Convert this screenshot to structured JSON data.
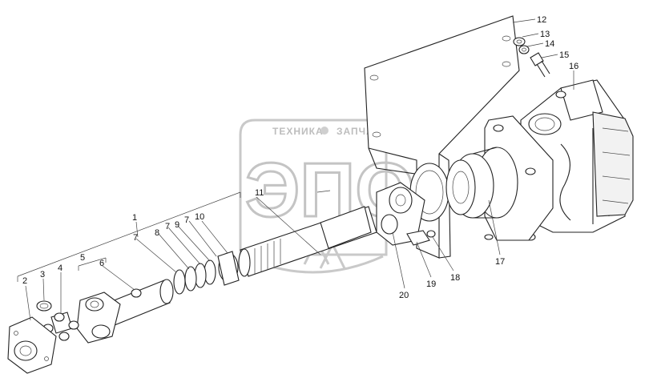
{
  "watermark": {
    "brand_short": "ЭПО",
    "text_left": "ТЕХНИКА",
    "text_right": "ЗАПЧАСТИ"
  },
  "callouts": [
    {
      "label": "1"
    },
    {
      "label": "2"
    },
    {
      "label": "3"
    },
    {
      "label": "4"
    },
    {
      "label": "5"
    },
    {
      "label": "6"
    },
    {
      "label": "7"
    },
    {
      "label": "7"
    },
    {
      "label": "7"
    },
    {
      "label": "8"
    },
    {
      "label": "9"
    },
    {
      "label": "10"
    },
    {
      "label": "11"
    },
    {
      "label": "12"
    },
    {
      "label": "13"
    },
    {
      "label": "14"
    },
    {
      "label": "15"
    },
    {
      "label": "16"
    },
    {
      "label": "17"
    },
    {
      "label": "18"
    },
    {
      "label": "19"
    },
    {
      "label": "20"
    }
  ]
}
